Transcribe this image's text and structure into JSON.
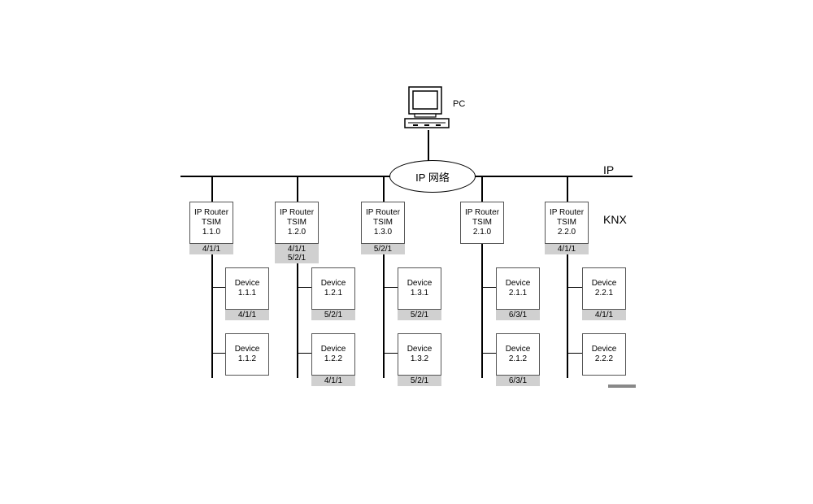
{
  "pc": {
    "label": "PC"
  },
  "network": {
    "cloud_label": "IP 网络",
    "ip_label": "IP",
    "knx_label": "KNX"
  },
  "colors": {
    "line": "#000000",
    "tag_fill": "#d0d0d0",
    "box_border": "#555555"
  },
  "routers": [
    {
      "lines": [
        "IP Router",
        "TSIM",
        "1.1.0"
      ],
      "tags": [
        "4/1/1"
      ]
    },
    {
      "lines": [
        "IP Router",
        "TSIM",
        "1.2.0"
      ],
      "tags": [
        "4/1/1",
        "5/2/1"
      ]
    },
    {
      "lines": [
        "IP Router",
        "TSIM",
        "1.3.0"
      ],
      "tags": [
        "5/2/1"
      ]
    },
    {
      "lines": [
        "IP Router",
        "TSIM",
        "2.1.0"
      ],
      "tags": []
    },
    {
      "lines": [
        "IP Router",
        "TSIM",
        "2.2.0"
      ],
      "tags": [
        "4/1/1"
      ]
    }
  ],
  "devices": [
    [
      {
        "lines": [
          "Device",
          "1.1.1"
        ],
        "tag": "4/1/1"
      },
      {
        "lines": [
          "Device",
          "1.1.2"
        ],
        "tag": ""
      }
    ],
    [
      {
        "lines": [
          "Device",
          "1.2.1"
        ],
        "tag": "5/2/1"
      },
      {
        "lines": [
          "Device",
          "1.2.2"
        ],
        "tag": "4/1/1"
      }
    ],
    [
      {
        "lines": [
          "Device",
          "1.3.1"
        ],
        "tag": "5/2/1"
      },
      {
        "lines": [
          "Device",
          "1.3.2"
        ],
        "tag": "5/2/1"
      }
    ],
    [
      {
        "lines": [
          "Device",
          "2.1.1"
        ],
        "tag": "6/3/1"
      },
      {
        "lines": [
          "Device",
          "2.1.2"
        ],
        "tag": "6/3/1"
      }
    ],
    [
      {
        "lines": [
          "Device",
          "2.2.1"
        ],
        "tag": "4/1/1"
      },
      {
        "lines": [
          "Device",
          "2.2.2"
        ],
        "tag": ""
      }
    ]
  ]
}
